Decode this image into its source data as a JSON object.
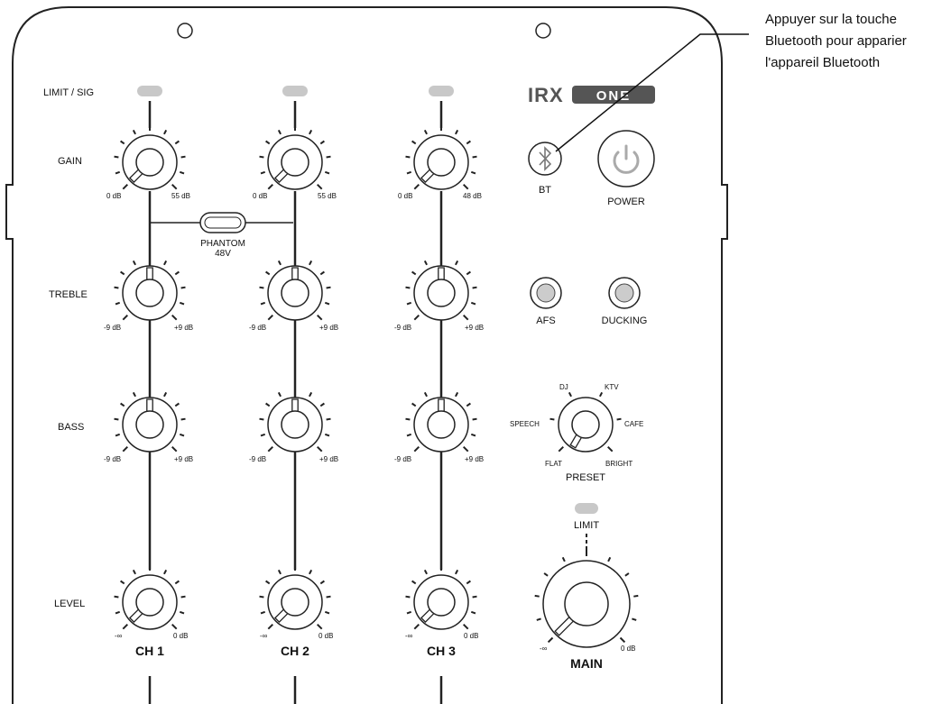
{
  "rows": {
    "limit_sig": "LIMIT / SIG",
    "gain": "GAIN",
    "treble": "TREBLE",
    "bass": "BASS",
    "level": "LEVEL"
  },
  "channels": [
    {
      "name": "CH 1",
      "gain_min": "0 dB",
      "gain_max": "55 dB",
      "treble_min": "-9 dB",
      "treble_max": "+9 dB",
      "bass_min": "-9 dB",
      "bass_max": "+9 dB",
      "level_min": "-∞",
      "level_max": "0 dB"
    },
    {
      "name": "CH 2",
      "gain_min": "0 dB",
      "gain_max": "55 dB",
      "treble_min": "-9 dB",
      "treble_max": "+9 dB",
      "bass_min": "-9 dB",
      "bass_max": "+9 dB",
      "level_min": "-∞",
      "level_max": "0 dB"
    },
    {
      "name": "CH 3",
      "gain_min": "0 dB",
      "gain_max": "48 dB",
      "treble_min": "-9 dB",
      "treble_max": "+9 dB",
      "bass_min": "-9 dB",
      "bass_max": "+9 dB",
      "level_min": "-∞",
      "level_max": "0 dB"
    }
  ],
  "phantom": {
    "line1": "PHANTOM",
    "line2": "48V"
  },
  "logo": {
    "text": "IRX ONE"
  },
  "buttons": {
    "bt": "BT",
    "power": "POWER",
    "afs": "AFS",
    "ducking": "DUCKING"
  },
  "preset": {
    "label": "PRESET",
    "options": {
      "dj": "DJ",
      "ktv": "KTV",
      "speech": "SPEECH",
      "cafe": "CAFE",
      "flat": "FLAT",
      "bright": "BRIGHT"
    }
  },
  "main": {
    "limit": "LIMIT",
    "name": "MAIN",
    "min": "-∞",
    "max": "0 dB"
  },
  "callout": {
    "line1": "Appuyer sur la touche",
    "line2": "Bluetooth pour apparier",
    "line3": "l'appareil Bluetooth"
  },
  "colors": {
    "stroke": "#222222",
    "led": "#c8c8c8"
  }
}
